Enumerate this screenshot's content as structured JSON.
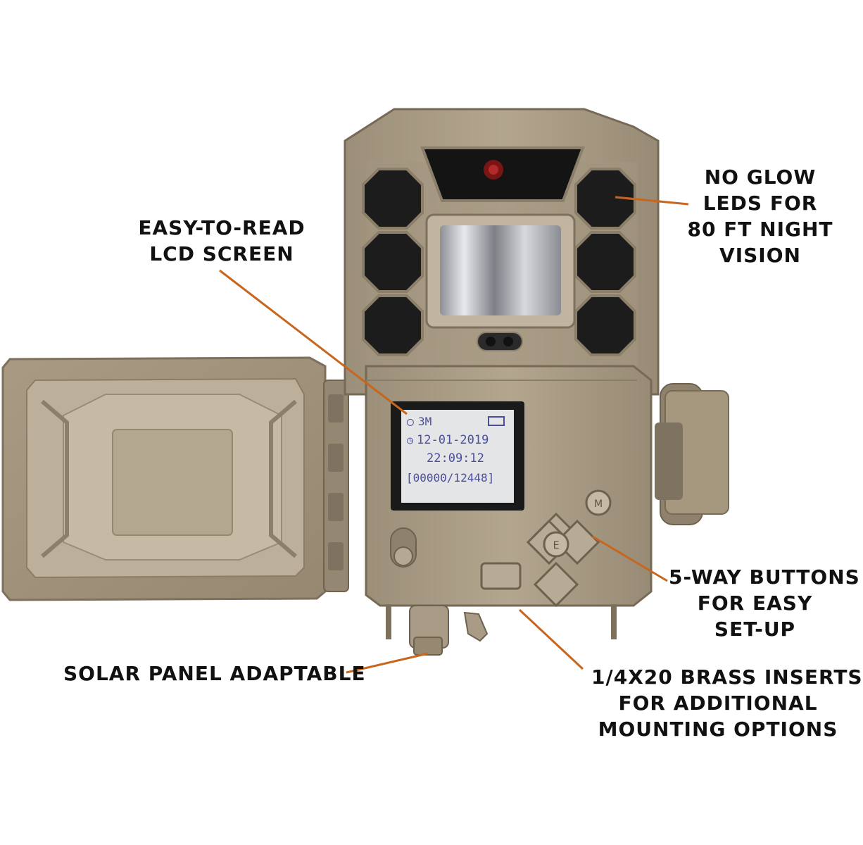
{
  "lcd": {
    "mode": "3M",
    "date": "12-01-2019",
    "time": "22:09:12",
    "counter": "[00000/12448]"
  },
  "buttons": {
    "menu": "M",
    "enter": "E"
  },
  "callouts": {
    "lcd_screen": [
      "EASY-TO-READ",
      "LCD SCREEN"
    ],
    "no_glow": [
      "NO GLOW",
      "LEDS FOR",
      "80 FT NIGHT",
      "VISION"
    ],
    "five_way": [
      "5-WAY BUTTONS",
      "FOR EASY",
      "SET-UP"
    ],
    "solar": [
      "SOLAR PANEL ADAPTABLE"
    ],
    "brass": [
      "1/4X20 BRASS INSERTS",
      "FOR ADDITIONAL",
      "MOUNTING OPTIONS"
    ]
  },
  "colors": {
    "leader_line": "#c8661e",
    "body": "#a99b85",
    "lcd_text": "#4a4e9a"
  }
}
